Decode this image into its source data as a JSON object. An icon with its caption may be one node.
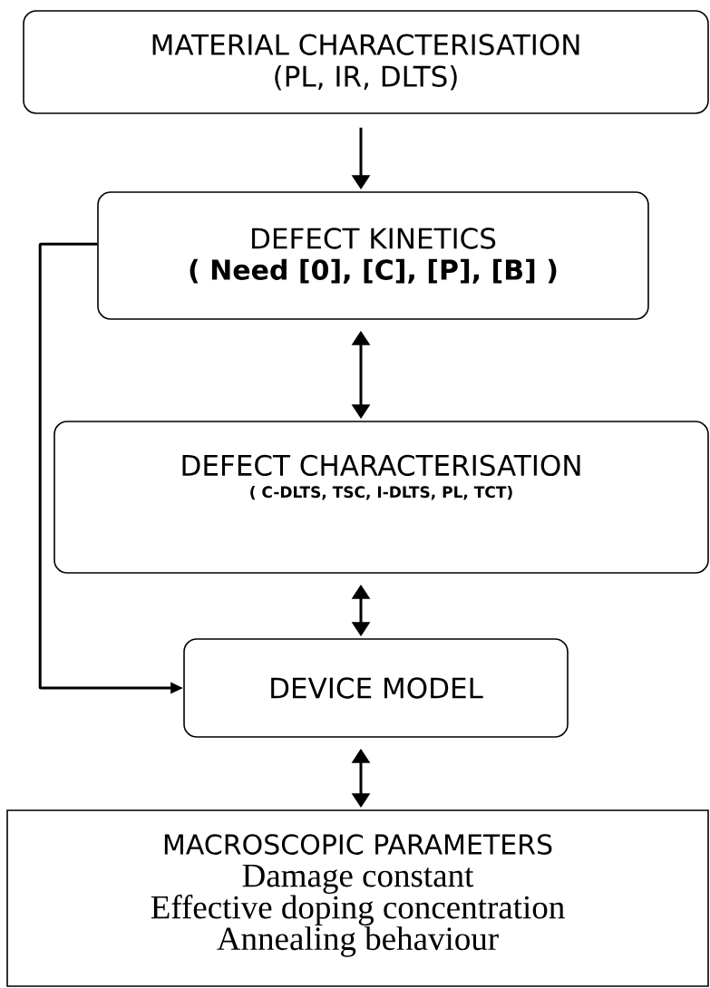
{
  "diagram": {
    "nodes": [
      {
        "text": [
          "MATERIAL  CHARACTERISATION",
          "(PL, IR, DLTS)"
        ]
      },
      {
        "text": [
          "DEFECT KINETICS",
          "( Need [0], [C], [P], [B] )"
        ]
      },
      {
        "text": [
          "DEFECT  CHARACTERISATION",
          "(  C-DLTS,  TSC,  I-DLTS,    PL,  TCT)"
        ]
      },
      {
        "text": [
          "DEVICE  MODEL"
        ]
      },
      {
        "text": [
          "MACROSCOPIC  PARAMETERS",
          "Damage constant",
          "Effective doping concentration",
          "Annealing behaviour"
        ]
      }
    ],
    "edges": [
      {
        "from": 0,
        "to": 1,
        "arrow": "to"
      },
      {
        "from": 1,
        "to": 2,
        "arrow": "both"
      },
      {
        "from": 2,
        "to": 3,
        "arrow": "both"
      },
      {
        "from": 3,
        "to": 4,
        "arrow": "both"
      },
      {
        "from": 1,
        "to": 3,
        "arrow": "to"
      }
    ]
  }
}
